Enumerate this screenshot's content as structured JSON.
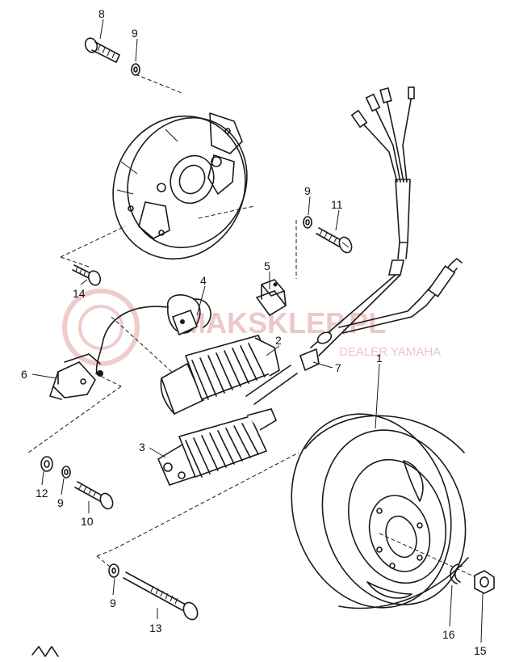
{
  "watermark": {
    "brand": "MAKSKLEP.PL",
    "tagline": "DEALER YAMAHA",
    "color": "#e9b5b5"
  },
  "callouts": [
    {
      "id": "c8",
      "label": "8"
    },
    {
      "id": "c9a",
      "label": "9"
    },
    {
      "id": "c9b",
      "label": "9"
    },
    {
      "id": "c11",
      "label": "11"
    },
    {
      "id": "c14",
      "label": "14"
    },
    {
      "id": "c5",
      "label": "5"
    },
    {
      "id": "c4",
      "label": "4"
    },
    {
      "id": "c2",
      "label": "2"
    },
    {
      "id": "c7",
      "label": "7"
    },
    {
      "id": "c6",
      "label": "6"
    },
    {
      "id": "c1",
      "label": "1"
    },
    {
      "id": "c3",
      "label": "3"
    },
    {
      "id": "c12",
      "label": "12"
    },
    {
      "id": "c9c",
      "label": "9"
    },
    {
      "id": "c10",
      "label": "10"
    },
    {
      "id": "c9d",
      "label": "9"
    },
    {
      "id": "c13",
      "label": "13"
    },
    {
      "id": "c16",
      "label": "16"
    },
    {
      "id": "c15",
      "label": "15"
    }
  ]
}
